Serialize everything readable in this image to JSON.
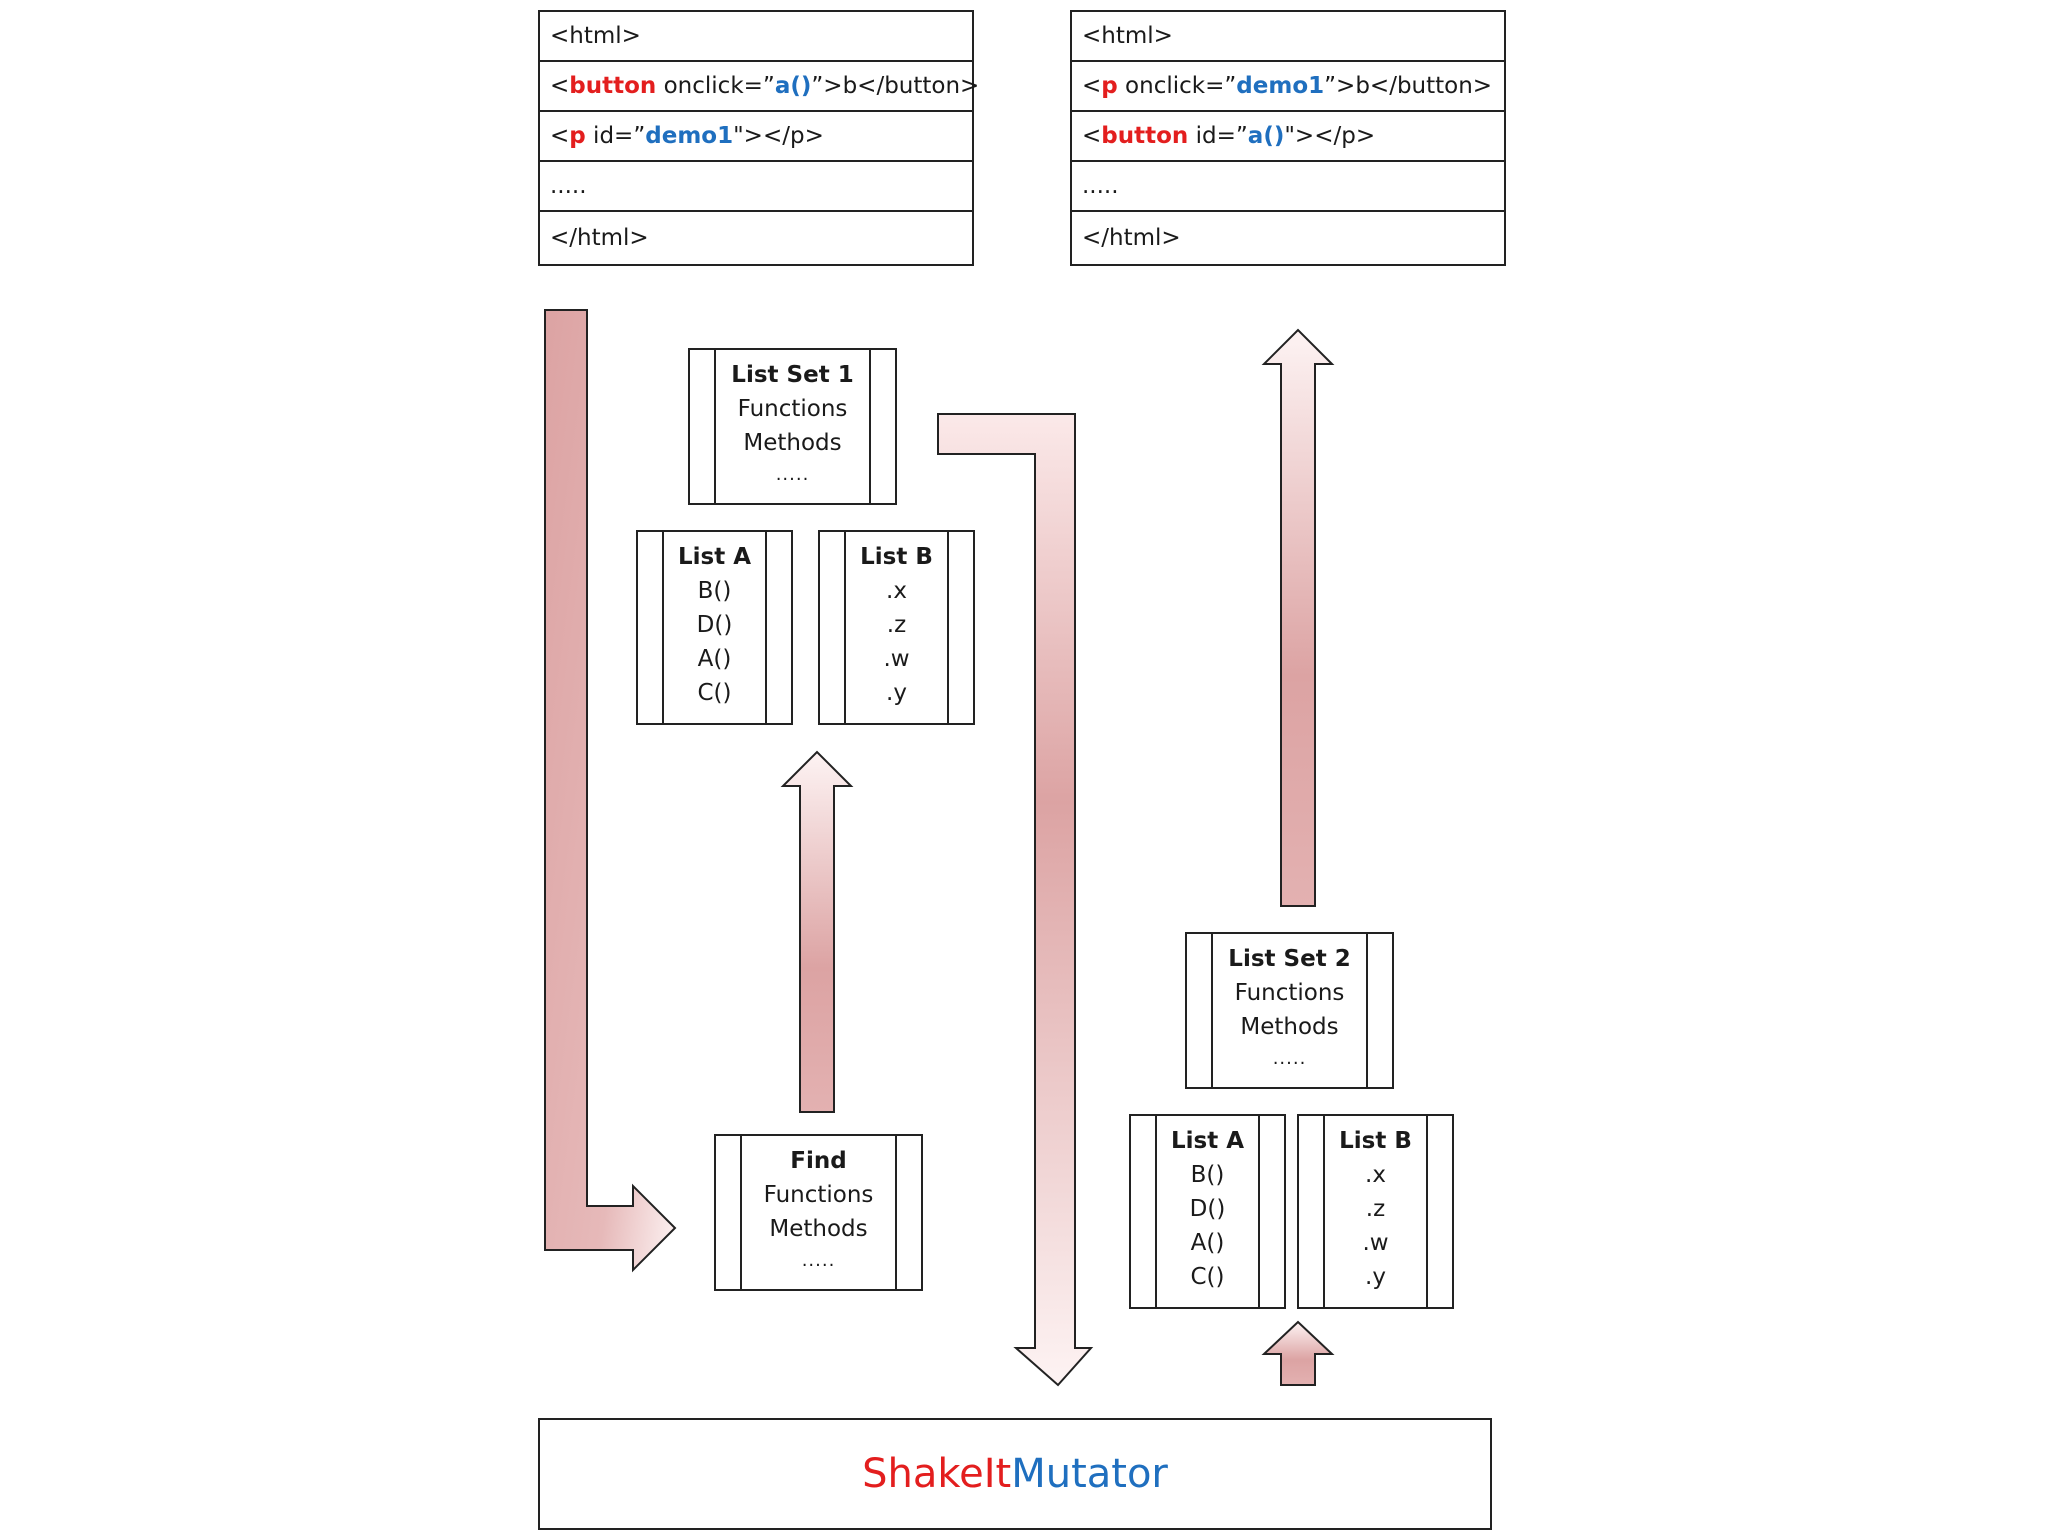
{
  "code_left": {
    "rows": [
      [
        {
          "t": "<html>",
          "c": "plain"
        }
      ],
      [
        {
          "t": "<",
          "c": "plain"
        },
        {
          "t": "button",
          "c": "kw"
        },
        {
          "t": " onclick=”",
          "c": "plain"
        },
        {
          "t": "a()",
          "c": "val"
        },
        {
          "t": "”>b</button>",
          "c": "plain"
        }
      ],
      [
        {
          "t": "<",
          "c": "plain"
        },
        {
          "t": "p",
          "c": "kw"
        },
        {
          "t": " id=”",
          "c": "plain"
        },
        {
          "t": "demo1",
          "c": "val"
        },
        {
          "t": "\"></p>",
          "c": "plain"
        }
      ],
      [
        {
          "t": ".....",
          "c": "plain"
        }
      ],
      [
        {
          "t": "</html>",
          "c": "plain"
        }
      ]
    ]
  },
  "code_right": {
    "rows": [
      [
        {
          "t": "<html>",
          "c": "plain"
        }
      ],
      [
        {
          "t": "<",
          "c": "plain"
        },
        {
          "t": "p",
          "c": "kw"
        },
        {
          "t": " onclick=”",
          "c": "plain"
        },
        {
          "t": "demo1",
          "c": "val"
        },
        {
          "t": "”>b</button>",
          "c": "plain"
        }
      ],
      [
        {
          "t": "<",
          "c": "plain"
        },
        {
          "t": "button",
          "c": "kw"
        },
        {
          "t": " id=”",
          "c": "plain"
        },
        {
          "t": "a()",
          "c": "val"
        },
        {
          "t": "\"></p>",
          "c": "plain"
        }
      ],
      [
        {
          "t": ".....",
          "c": "plain"
        }
      ],
      [
        {
          "t": "</html>",
          "c": "plain"
        }
      ]
    ]
  },
  "list_set_1": {
    "title": "List Set 1",
    "lines": [
      "Functions",
      "Methods"
    ],
    "dots": "....."
  },
  "list_set_2": {
    "title": "List Set 2",
    "lines": [
      "Functions",
      "Methods"
    ],
    "dots": "....."
  },
  "find_box": {
    "title": "Find",
    "lines": [
      "Functions",
      "Methods"
    ],
    "dots": "....."
  },
  "list_a_1": {
    "title": "List A",
    "lines": [
      "B()",
      "D()",
      "A()",
      "C()"
    ]
  },
  "list_b_1": {
    "title": "List B",
    "lines": [
      ".x",
      ".z",
      ".w",
      ".y"
    ]
  },
  "list_a_2": {
    "title": "List A",
    "lines": [
      "B()",
      "D()",
      "A()",
      "C()"
    ]
  },
  "list_b_2": {
    "title": "List B",
    "lines": [
      ".x",
      ".z",
      ".w",
      ".y"
    ]
  },
  "mutator": {
    "part1": "ShakeIt",
    "part2": " Mutator"
  },
  "colors": {
    "keyword": "#e31e1e",
    "value": "#1f6fbf",
    "arrow_dark": "#dca3a3",
    "arrow_light": "#fdf3f3",
    "outline": "#222222"
  }
}
